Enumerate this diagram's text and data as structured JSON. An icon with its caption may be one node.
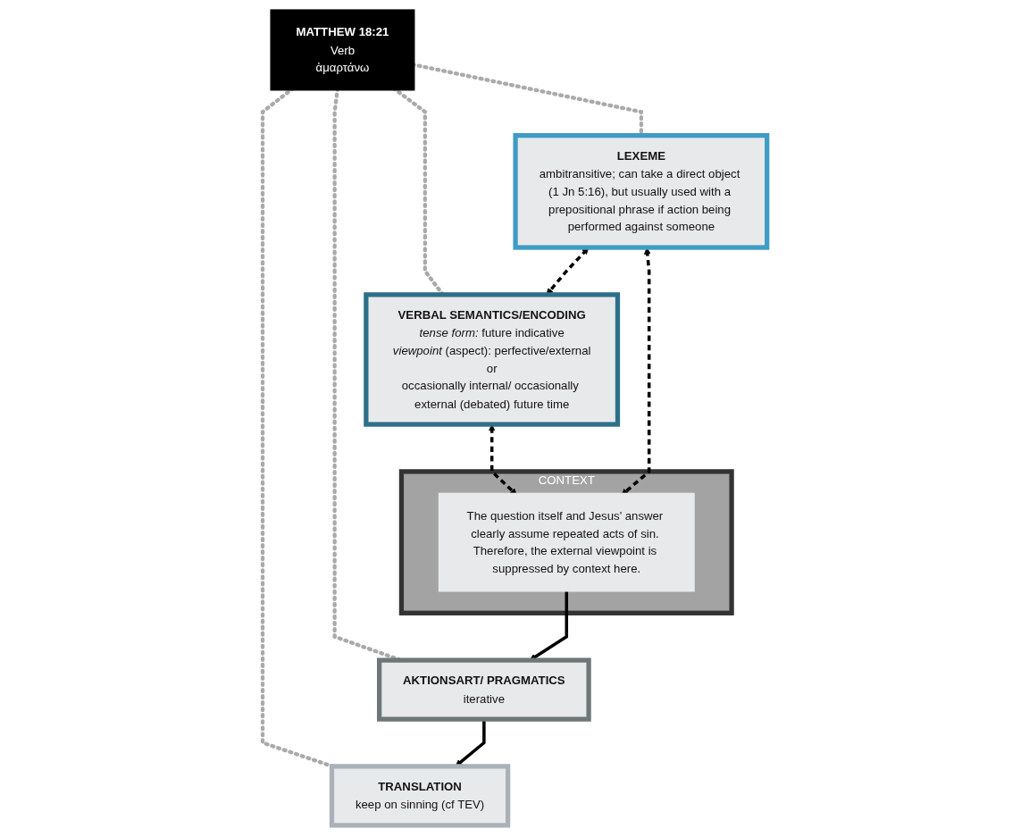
{
  "diagram": {
    "nodes": [
      {
        "text": [
          "MATTHEW 18:21",
          "Verb",
          "ἁμαρτάνω"
        ]
      },
      {
        "text": [
          "VERBAL SEMANTICS/ENCODING",
          "*tense form:* future indicative",
          "*viewpoint* (aspect): perfective/external",
          "or",
          "occasionally internal/ occasionally external (debated) future time"
        ]
      },
      {
        "text": [
          "LEXEME",
          "ambitransitive; can take a direct object (1 Jn 5:16), but usually used with a prepositional phrase if action being performed against someone"
        ]
      },
      {
        "text": [
          "AKTIONSART/ PRAGMATICS",
          "iterative"
        ]
      },
      {
        "text": [
          "TRANSLATION",
          "keep on sinning (cf TEV)"
        ]
      },
      {
        "text": [
          "CONTEXT"
        ]
      },
      {
        "text": [
          "The question itself and Jesus’ answer clearly assume repeated acts of sin. Therefore, the external viewpoint is suppressed by context here."
        ],
        "in": 5
      }
    ],
    "edges": [
      {
        "from": 0,
        "to": 1,
        "arrow": "none",
        "style": "dashed",
        "color": "#aaaaaa"
      },
      {
        "from": 0,
        "to": 2,
        "arrow": "none",
        "style": "dashed",
        "color": "#aaaaaa"
      },
      {
        "from": 0,
        "to": 3,
        "arrow": "none",
        "style": "dashed",
        "color": "#aaaaaa"
      },
      {
        "from": 0,
        "to": 4,
        "arrow": "none",
        "style": "dashed",
        "color": "#aaaaaa"
      },
      {
        "from": 1,
        "to": 2,
        "arrow": "both",
        "style": "dashed"
      },
      {
        "from": 3,
        "to": 4,
        "arrow": "to"
      },
      {
        "from": 6,
        "to": 1,
        "arrow": "both",
        "style": "dashed"
      },
      {
        "from": 6,
        "to": 2,
        "arrow": "both",
        "style": "dashed"
      },
      {
        "from": 6,
        "to": 3,
        "arrow": "to"
      }
    ]
  }
}
